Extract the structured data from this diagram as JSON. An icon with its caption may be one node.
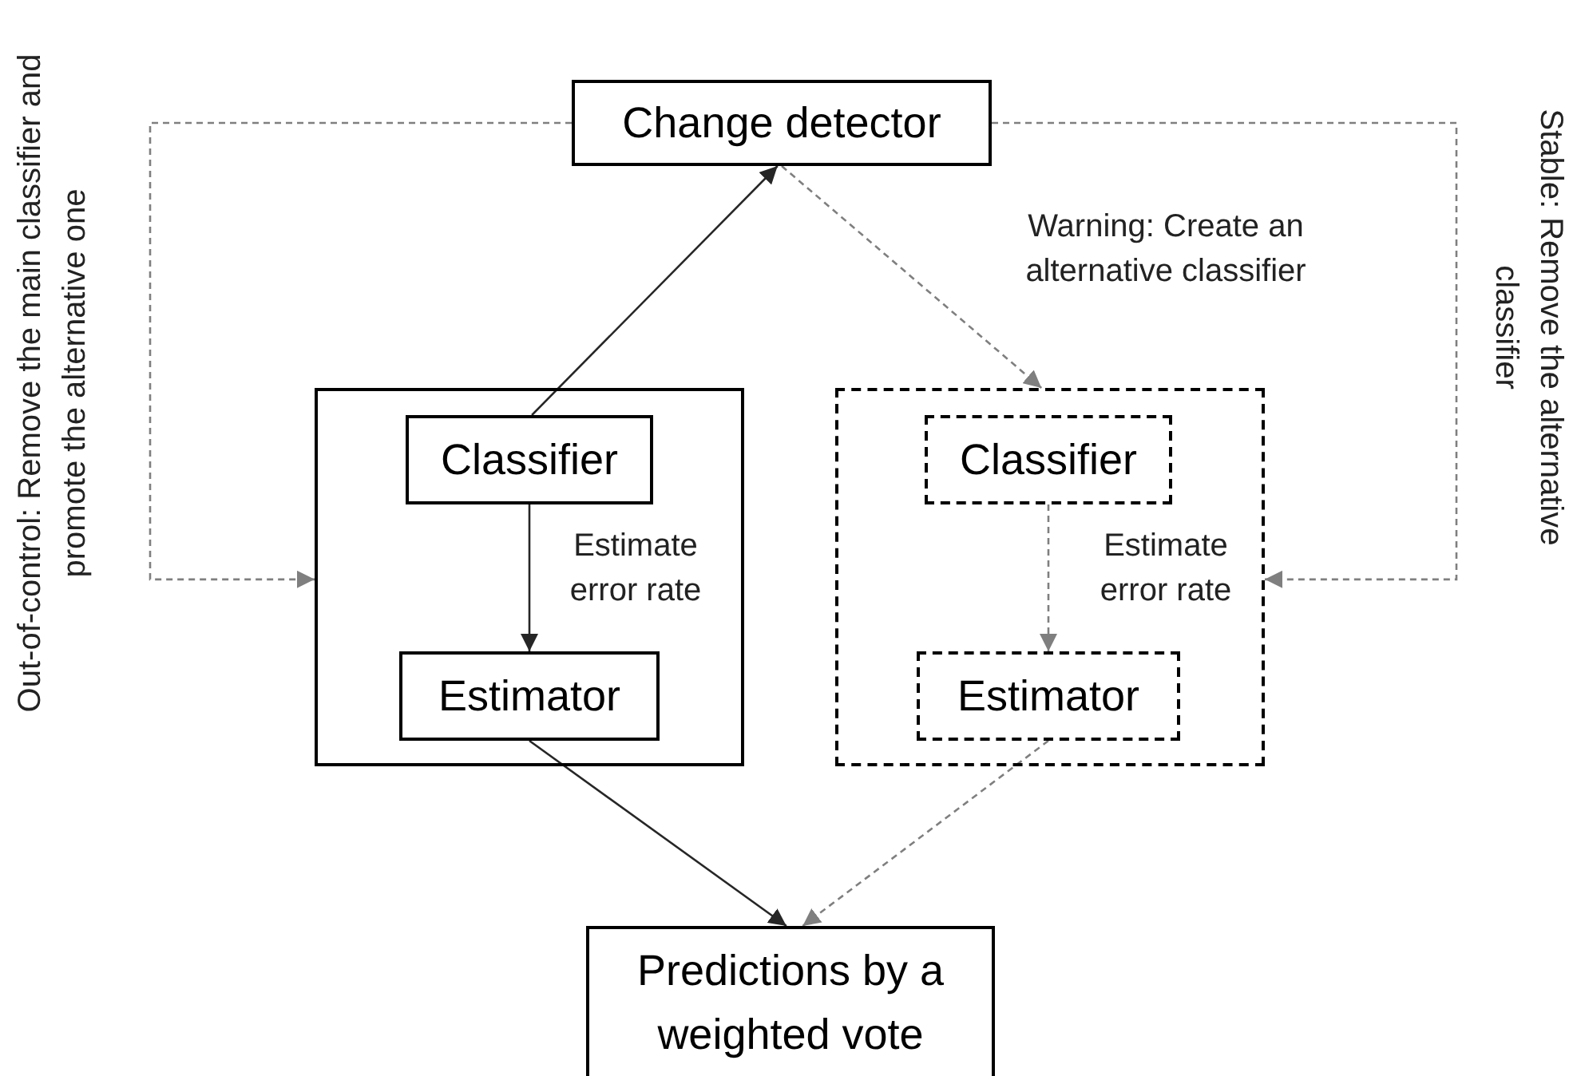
{
  "diagram": {
    "nodes": [
      {
        "text": [
          "Change detector"
        ]
      },
      {
        "text": [],
        "shape": "box"
      },
      {
        "text": [
          "Classifier"
        ],
        "in": 1
      },
      {
        "text": [
          "Estimator"
        ],
        "in": 1
      },
      {
        "text": [],
        "shape": "box"
      },
      {
        "text": [
          "Classifier"
        ],
        "in": 4
      },
      {
        "text": [
          "Estimator"
        ],
        "in": 4
      },
      {
        "text": [
          "Predictions by a weighted vote"
        ]
      }
    ],
    "edges": [
      {
        "from": 2,
        "to": 0,
        "arrow": "to"
      },
      {
        "from": 0,
        "to": 4,
        "arrow": "to",
        "label": "Warning: Create an alternative classifier",
        "style": "dashed",
        "color": "#7f7f7f"
      },
      {
        "from": 2,
        "to": 3,
        "arrow": "to",
        "label": "Estimate error rate"
      },
      {
        "from": 5,
        "to": 6,
        "arrow": "to",
        "label": "Estimate error rate",
        "style": "dashed",
        "color": "#7f7f7f"
      },
      {
        "from": 3,
        "to": 7,
        "arrow": "to"
      },
      {
        "from": 6,
        "to": 7,
        "arrow": "to",
        "style": "dashed",
        "color": "#7f7f7f"
      },
      {
        "from": 0,
        "to": 1,
        "arrow": "to",
        "label": "Out-of-control: Remove the main classifier and promote the alternative one",
        "style": "dashed",
        "color": "#7f7f7f"
      },
      {
        "from": 0,
        "to": 4,
        "arrow": "to",
        "label": "Stable: Remove the alternative classifier",
        "style": "dashed",
        "color": "#7f7f7f"
      }
    ]
  }
}
